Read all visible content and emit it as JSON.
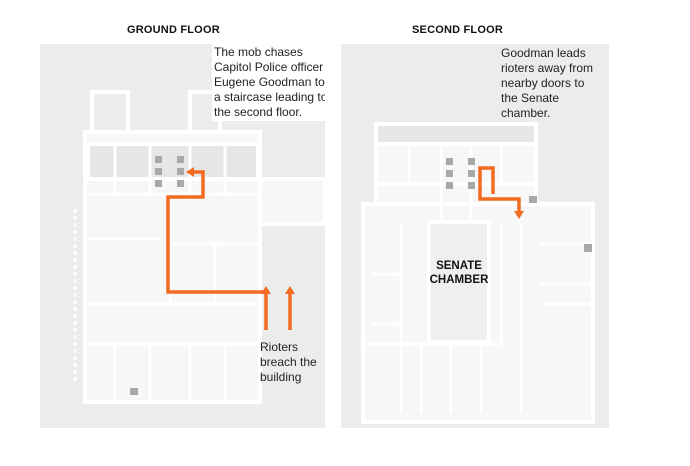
{
  "ground_floor": {
    "title": "GROUND FLOOR",
    "annotation": "The mob chases Capitol Police officer Eugene Goodman to a staircase leading to the second floor.",
    "entry_annotation": "Rioters breach the building"
  },
  "second_floor": {
    "title": "SECOND FLOOR",
    "annotation": "Goodman leads rioters away from nearby doors to the Senate chamber.",
    "room_label": "SENATE CHAMBER"
  },
  "colors": {
    "path": "#f26b21",
    "background": "#ececec",
    "wall": "#ffffff",
    "room": "#e2e2e2"
  }
}
